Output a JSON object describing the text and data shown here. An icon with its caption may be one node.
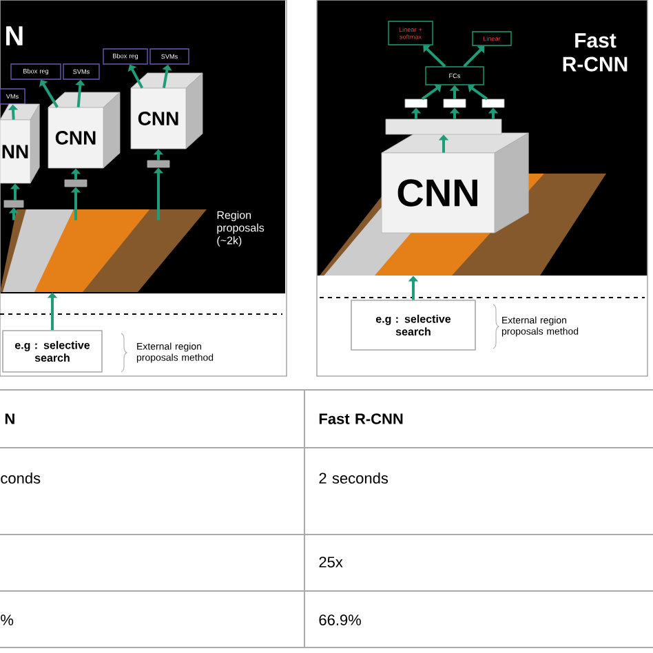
{
  "diagram": {
    "nodes": [
      {
        "text": [
          "Bbox reg"
        ]
      },
      {
        "text": [
          "SVMs"
        ]
      },
      {
        "text": [
          "Bbox reg"
        ]
      },
      {
        "text": [
          "SVMs"
        ]
      },
      {
        "text": [
          "VMs"
        ]
      },
      {
        "text": [
          "NN"
        ]
      },
      {
        "text": [
          "CNN"
        ]
      },
      {
        "text": [
          "CNN"
        ]
      },
      {
        "text": [],
        "shape": "picture"
      },
      {
        "text": [
          "e.g : selective search"
        ],
        "beside": [
          "External region proposals method"
        ]
      },
      {
        "text": [
          "Linear + softmax"
        ]
      },
      {
        "text": [
          "Linear"
        ]
      },
      {
        "text": [
          "FCs"
        ]
      },
      {
        "text": [
          "CNN"
        ]
      },
      {
        "text": [],
        "shape": "picture"
      },
      {
        "text": [
          "e.g : selective search"
        ],
        "beside": [
          "External region proposals method"
        ]
      },
      {
        "text": [],
        "shape": "box"
      },
      {
        "text": [],
        "shape": "box"
      },
      {
        "text": [],
        "shape": "box"
      },
      {
        "text": [],
        "shape": "box"
      },
      {
        "text": [],
        "shape": "box"
      },
      {
        "text": [],
        "shape": "box"
      },
      {
        "text": [],
        "shape": "box"
      }
    ],
    "edges": [
      {
        "from": 9,
        "to": 8,
        "arrow": "to"
      },
      {
        "from": 8,
        "to": 16,
        "arrow": "to"
      },
      {
        "from": 8,
        "to": 17,
        "arrow": "to"
      },
      {
        "from": 8,
        "to": 18,
        "arrow": "to"
      },
      {
        "from": 16,
        "to": 5,
        "arrow": "to"
      },
      {
        "from": 17,
        "to": 6,
        "arrow": "to"
      },
      {
        "from": 18,
        "to": 7,
        "arrow": "to"
      },
      {
        "from": 5,
        "to": 4,
        "arrow": "to"
      },
      {
        "from": 6,
        "to": 2,
        "arrow": "to"
      },
      {
        "from": 6,
        "to": 3,
        "arrow": "to"
      },
      {
        "from": 7,
        "to": 0,
        "arrow": "to"
      },
      {
        "from": 7,
        "to": 1,
        "arrow": "to"
      },
      {
        "from": 15,
        "to": 14,
        "arrow": "to"
      },
      {
        "from": 13,
        "to": 19,
        "arrow": "to"
      },
      {
        "from": 19,
        "to": 20,
        "arrow": "to"
      },
      {
        "from": 19,
        "to": 21,
        "arrow": "to"
      },
      {
        "from": 19,
        "to": 22,
        "arrow": "to"
      },
      {
        "from": 20,
        "to": 12,
        "arrow": "to"
      },
      {
        "from": 21,
        "to": 12,
        "arrow": "to"
      },
      {
        "from": 22,
        "to": 12,
        "arrow": "to"
      },
      {
        "from": 12,
        "to": 10,
        "arrow": "to"
      },
      {
        "from": 12,
        "to": 11,
        "arrow": "to"
      }
    ],
    "labels": [
      "N",
      "Region proposals (~2k)",
      "Fast R-CNN",
      "N",
      "Fast R-CNN",
      "conds",
      "2 seconds",
      "25x",
      "%",
      "66.9%"
    ]
  }
}
